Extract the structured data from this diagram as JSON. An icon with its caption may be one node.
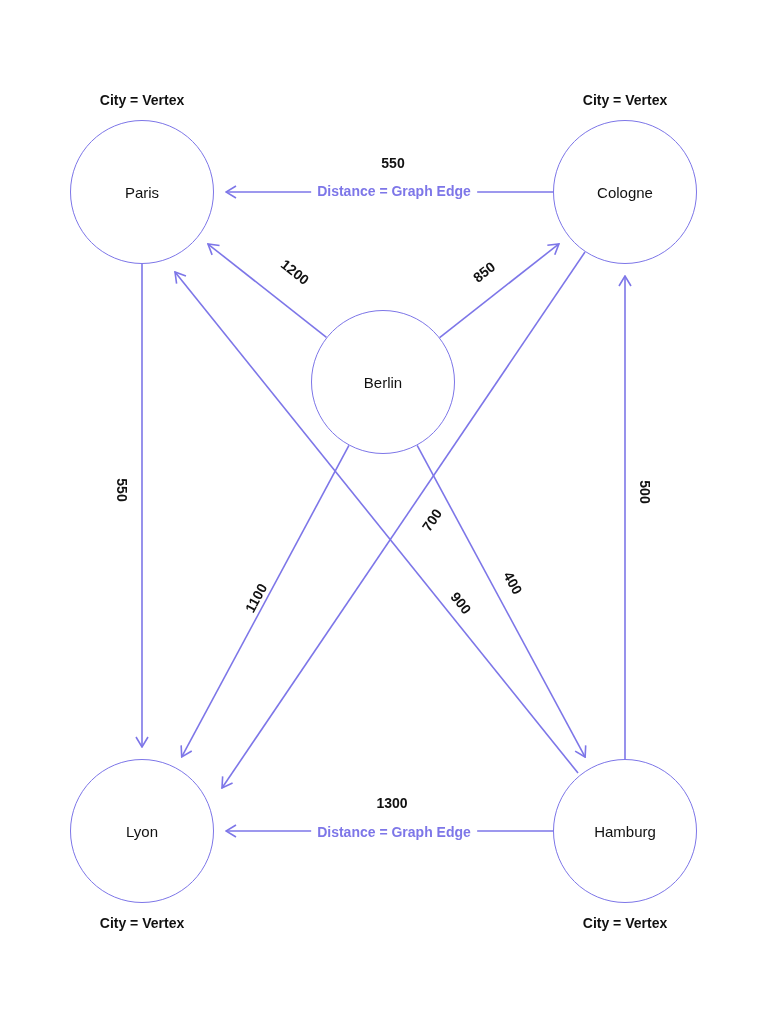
{
  "diagram": {
    "nodes": [
      {
        "text": [
          "Paris"
        ],
        "beside": [
          "City = Vertex"
        ]
      },
      {
        "text": [
          "Cologne"
        ],
        "beside": [
          "City = Vertex"
        ]
      },
      {
        "text": [
          "Berlin"
        ]
      },
      {
        "text": [
          "Lyon"
        ],
        "beside": [
          "City = Vertex"
        ]
      },
      {
        "text": [
          "Hamburg"
        ],
        "beside": [
          "City = Vertex"
        ]
      }
    ],
    "edges": [
      {
        "from": 1,
        "to": 0,
        "arrow": "to",
        "label": "550"
      },
      {
        "from": 2,
        "to": 0,
        "arrow": "to",
        "label": "1200"
      },
      {
        "from": 2,
        "to": 1,
        "arrow": "to",
        "label": "850"
      },
      {
        "from": 0,
        "to": 3,
        "arrow": "to",
        "label": "550"
      },
      {
        "from": 2,
        "to": 3,
        "arrow": "to",
        "label": "1100"
      },
      {
        "from": 1,
        "to": 3,
        "arrow": "to",
        "label": "700"
      },
      {
        "from": 4,
        "to": 0,
        "arrow": "to",
        "label": "900"
      },
      {
        "from": 2,
        "to": 4,
        "arrow": "to",
        "label": "400"
      },
      {
        "from": 4,
        "to": 1,
        "arrow": "to",
        "label": "500"
      },
      {
        "from": 4,
        "to": 3,
        "arrow": "to",
        "label": "1300"
      }
    ],
    "labels": [
      "Distance = Graph Edge",
      "Distance = Graph Edge"
    ]
  }
}
